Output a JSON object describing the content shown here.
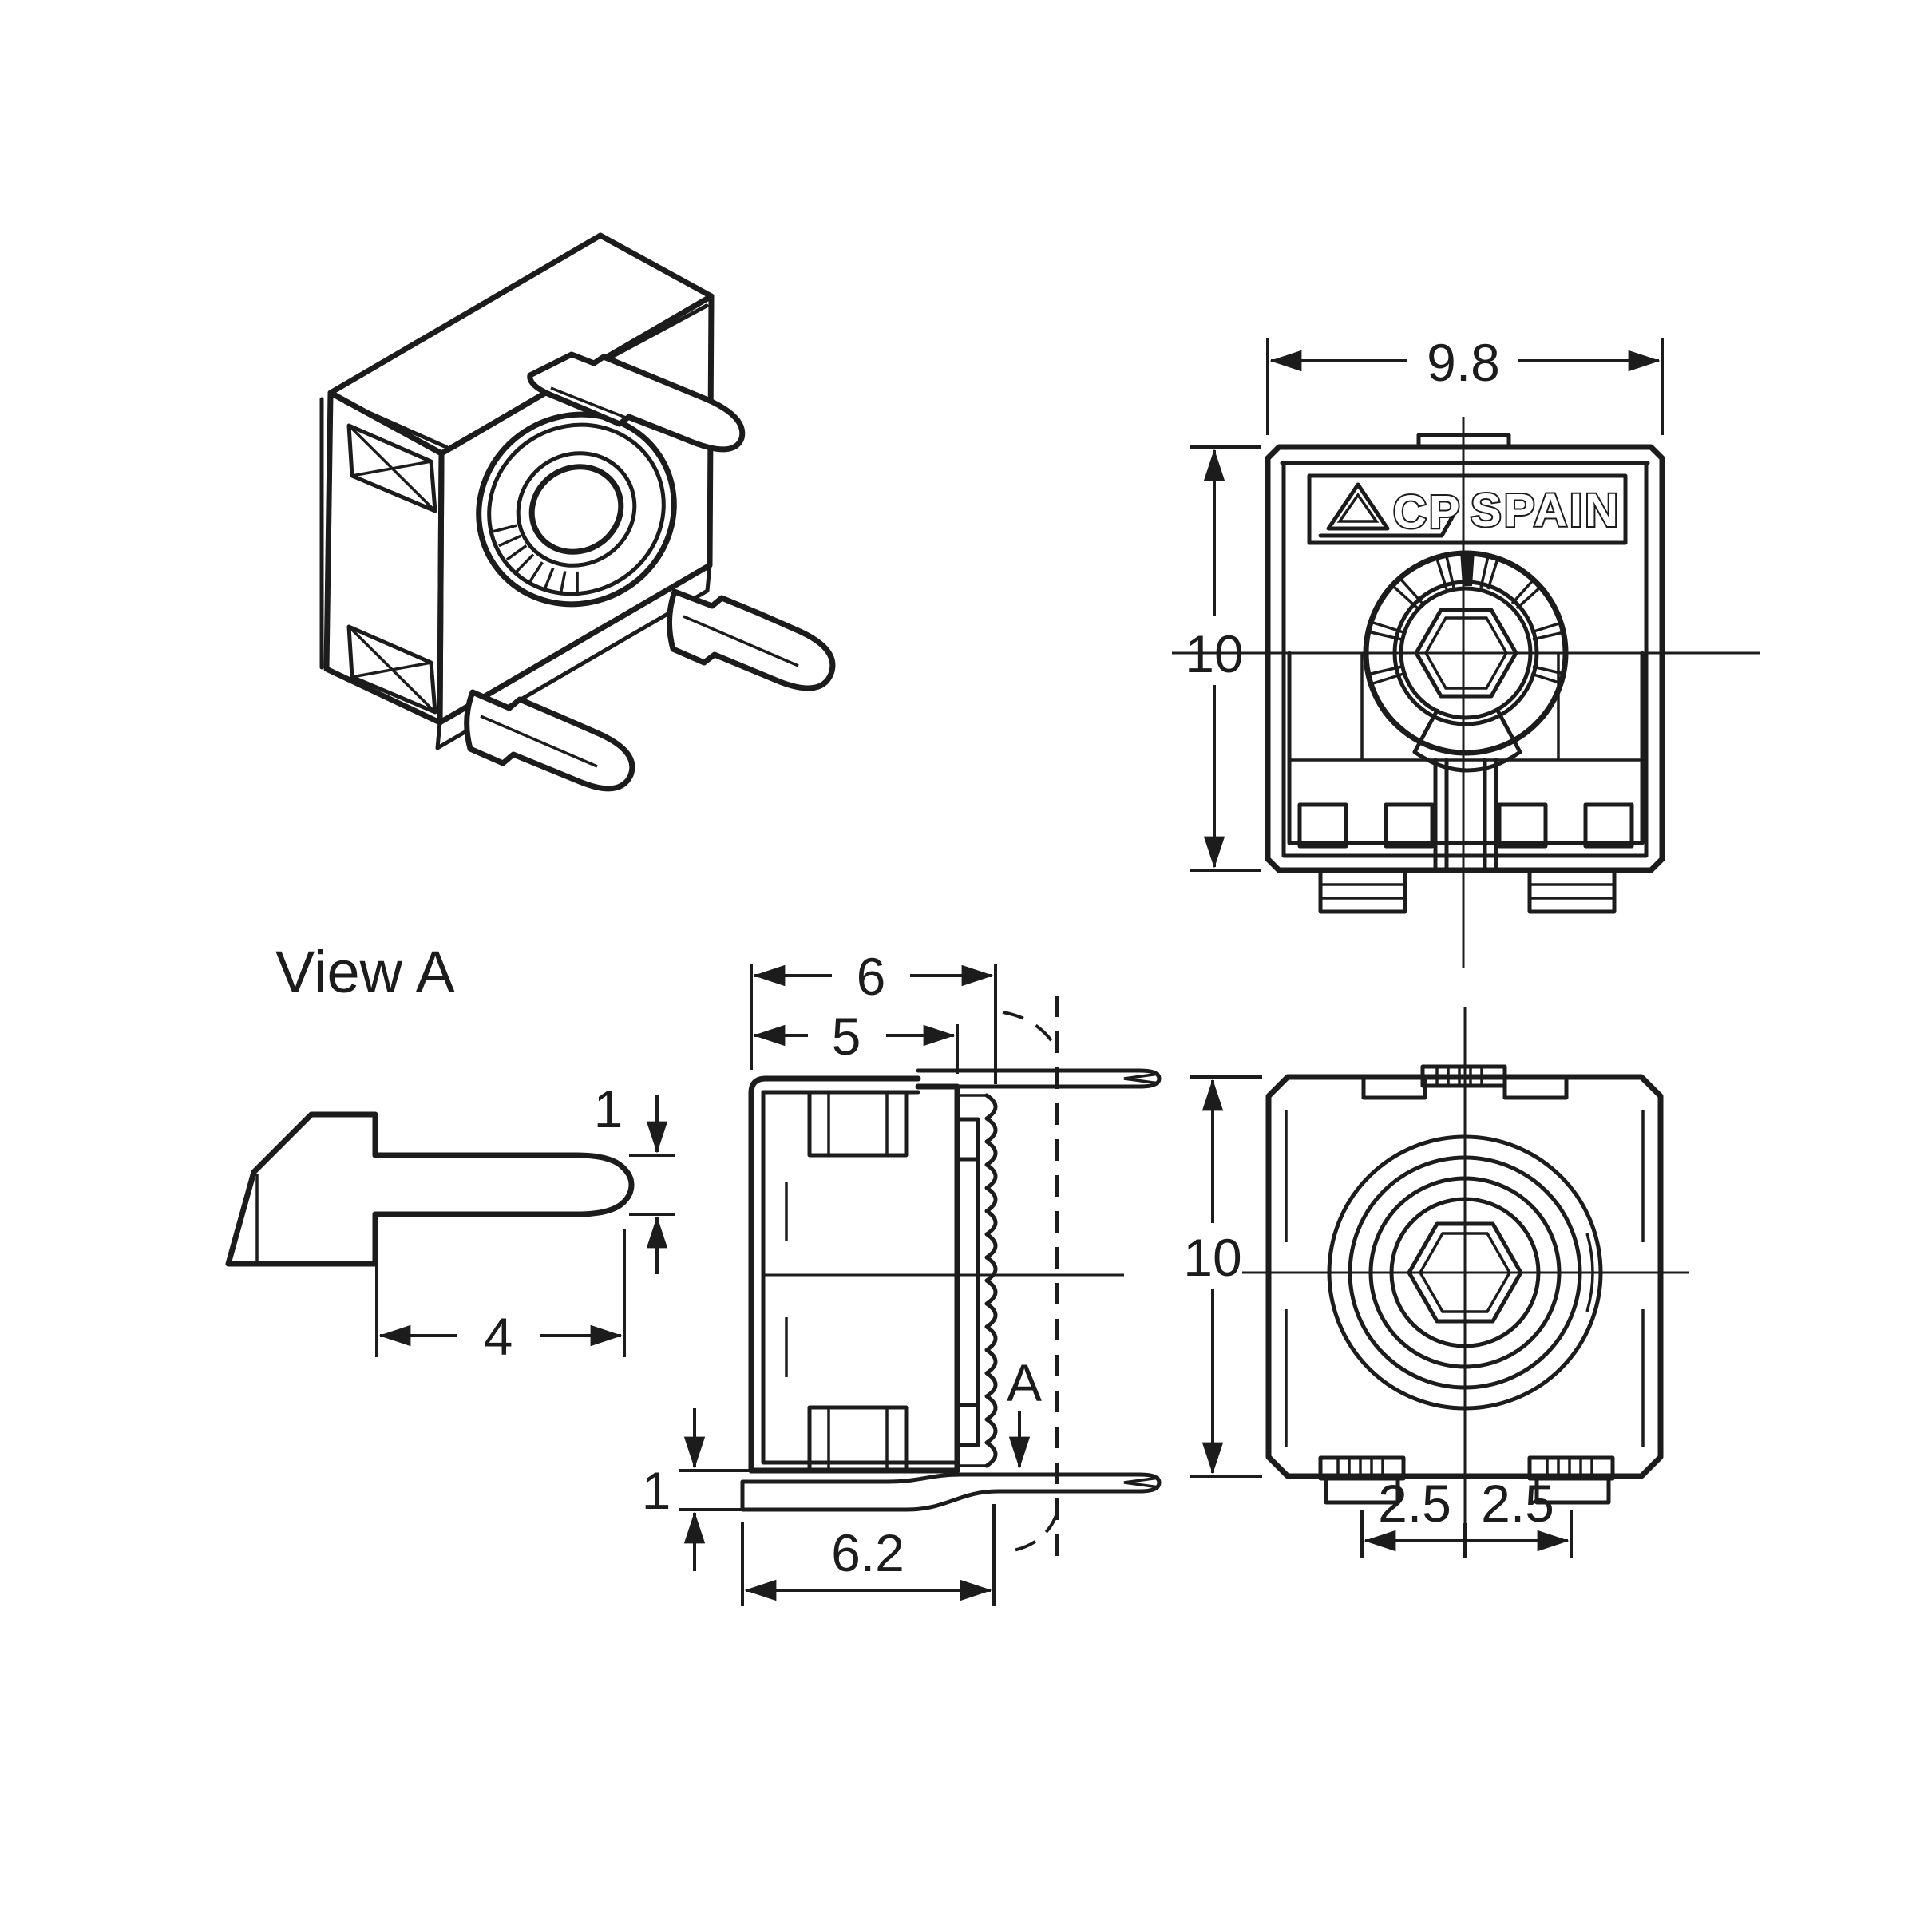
{
  "colors": {
    "background": "#ffffff",
    "line": "#1c1c1c"
  },
  "labels": {
    "detail_title": "View A",
    "section_arrow": "A",
    "brand_country": "SPAIN",
    "brand_logo_letters": "CP"
  },
  "dims": {
    "front_width": "9.8",
    "front_height": "10",
    "back_height": "10",
    "side_depth": "6",
    "side_cover_depth": "5",
    "side_foot_offset": "1",
    "side_total_depth": "6.2",
    "pin_spacing_left": "2.5",
    "pin_spacing_right": "2.5",
    "detail_pin_thickness": "1",
    "detail_pin_length": "4"
  }
}
